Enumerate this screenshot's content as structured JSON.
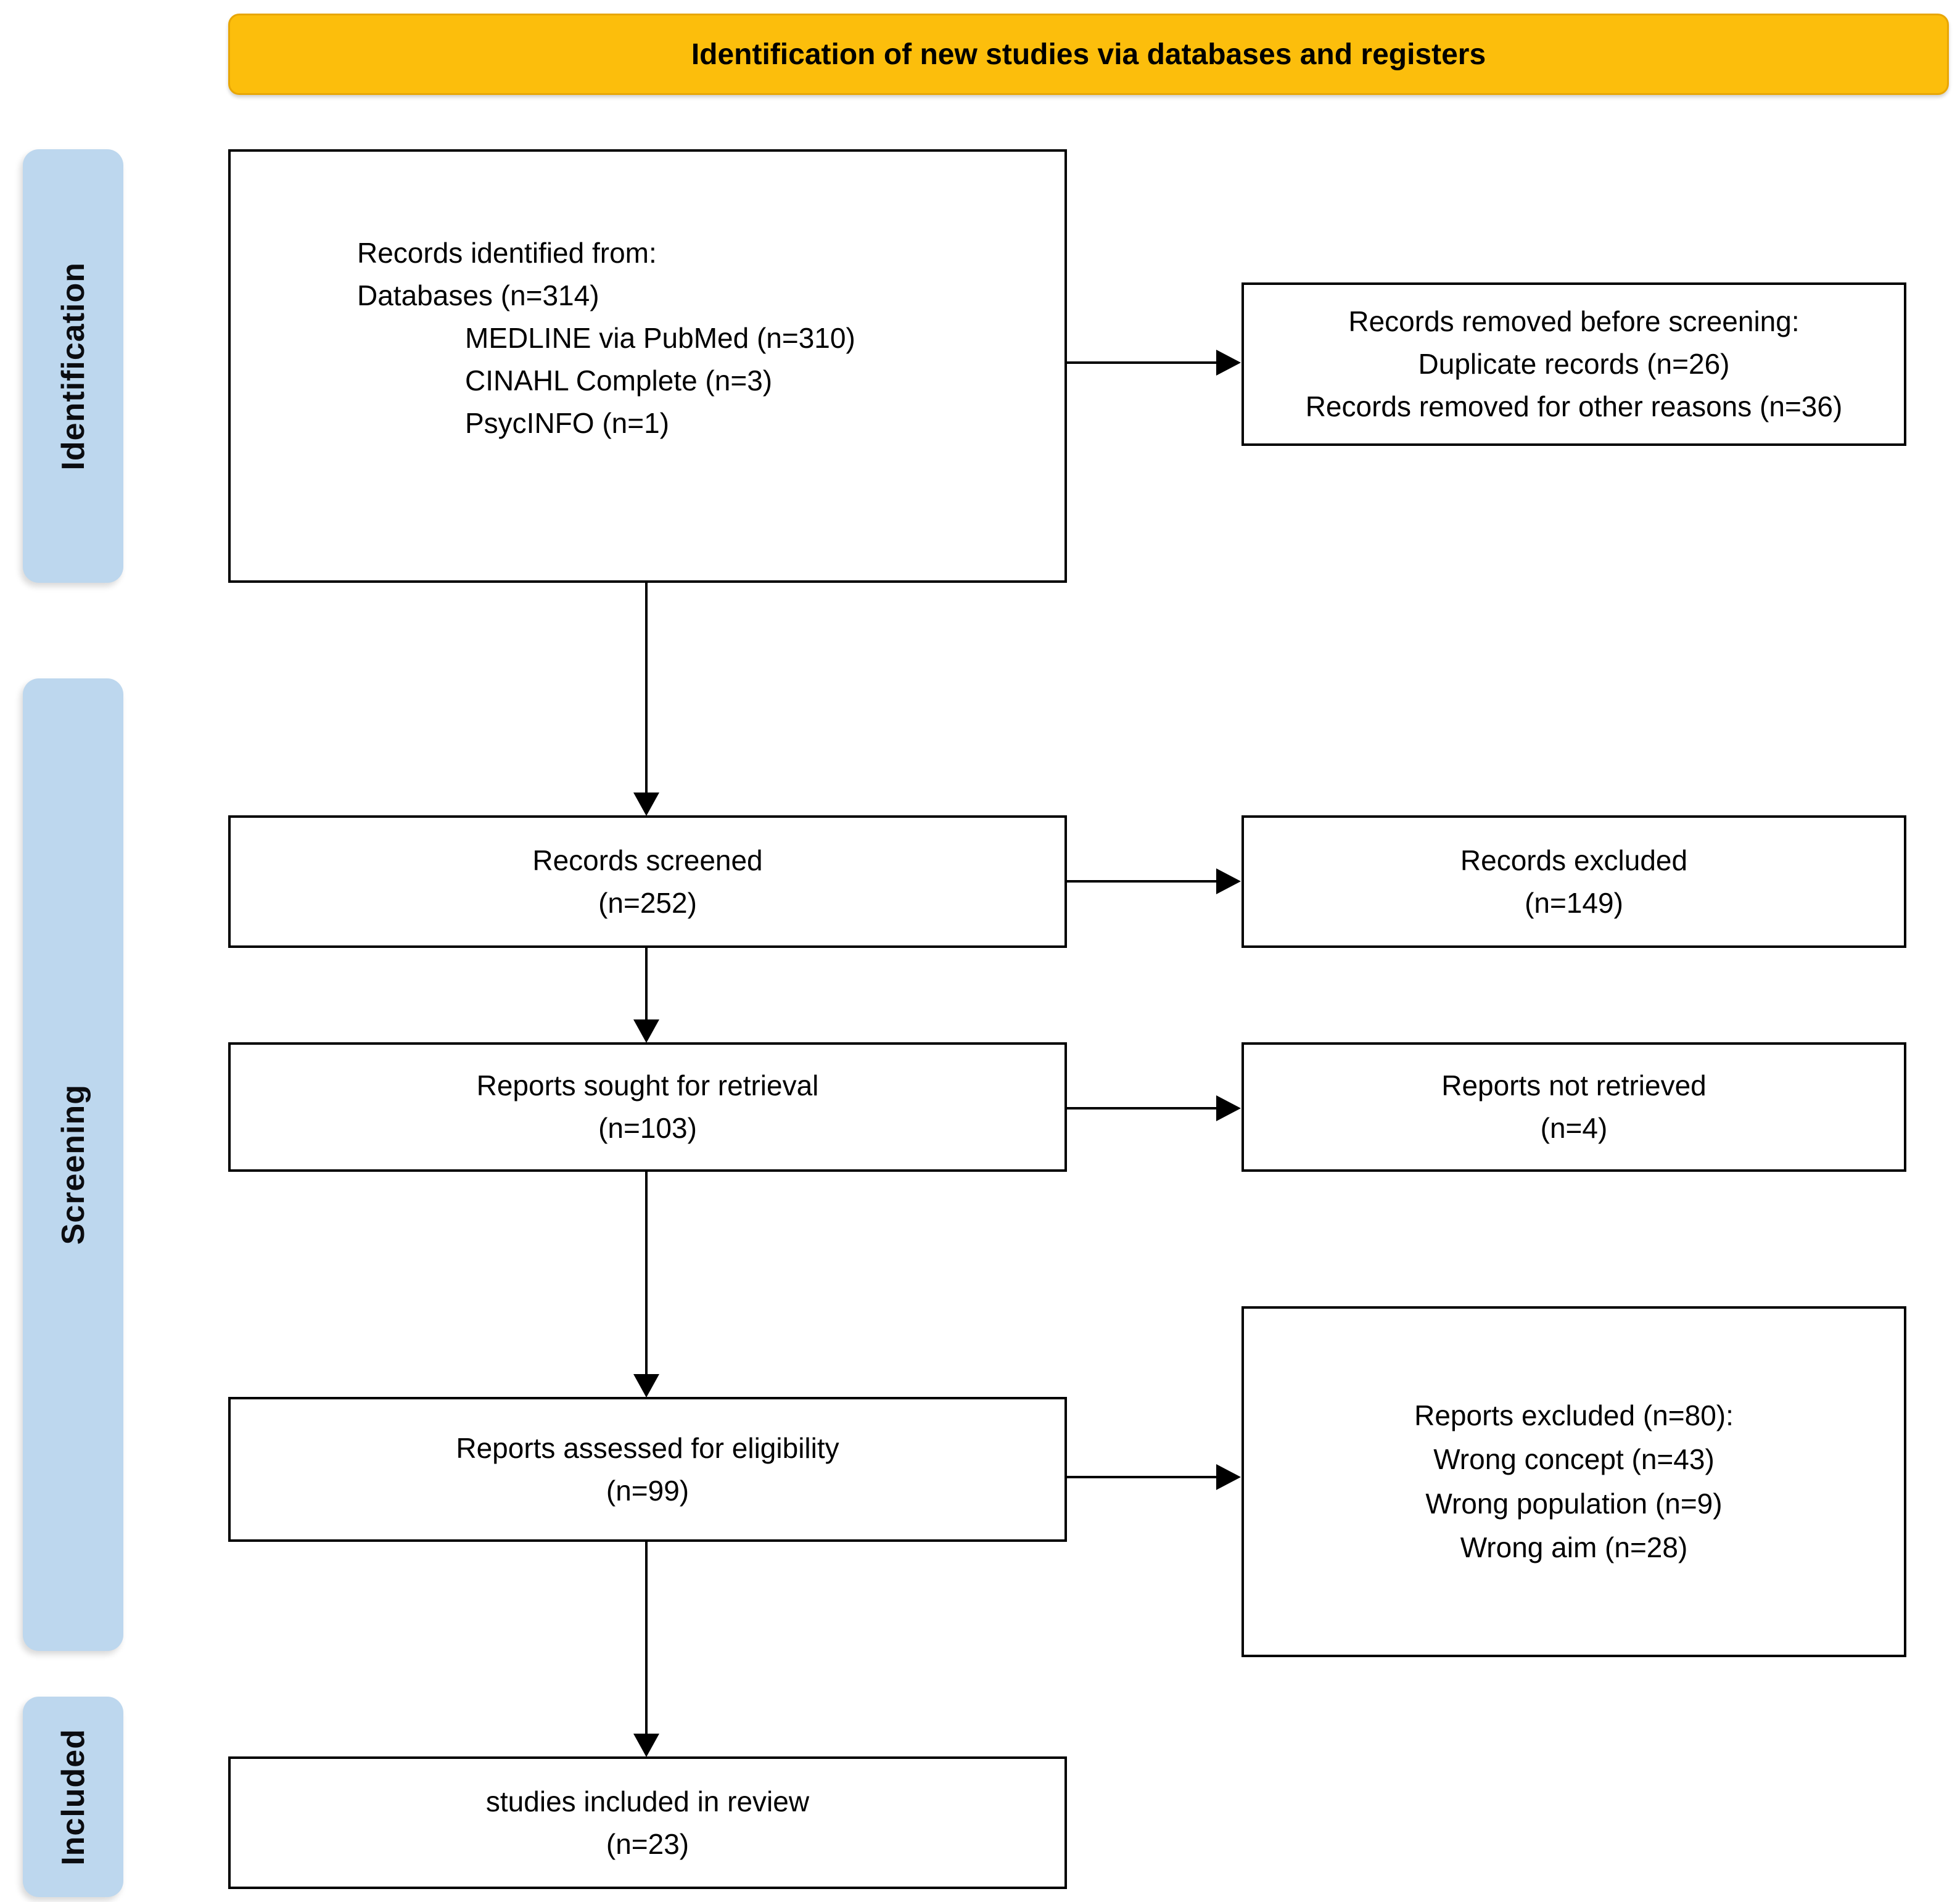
{
  "title": "Identification of new studies via databases and registers",
  "stages": {
    "identification": "Identification",
    "screening": "Screening",
    "included": "Included"
  },
  "boxes": {
    "records_identified": {
      "heading": "Records identified from:",
      "subheading": "Databases (n=314)",
      "sources": [
        "MEDLINE via PubMed (n=310)",
        "CINAHL Complete (n=3)",
        "PsycINFO (n=1)"
      ]
    },
    "records_removed": {
      "heading": "Records removed before screening:",
      "reasons": [
        "Duplicate records (n=26)",
        "Records removed for other reasons (n=36)"
      ]
    },
    "records_screened": {
      "label": "Records screened",
      "count": "(n=252)"
    },
    "records_excluded": {
      "label": "Records excluded",
      "count": "(n=149)"
    },
    "reports_sought": {
      "label": "Reports sought for retrieval",
      "count": "(n=103)"
    },
    "reports_not_retrieved": {
      "label": "Reports not retrieved",
      "count": "(n=4)"
    },
    "reports_assessed": {
      "label": "Reports assessed for eligibility",
      "count": "(n=99)"
    },
    "reports_excluded": {
      "heading": "Reports excluded (n=80):",
      "reasons": [
        "Wrong concept (n=43)",
        "Wrong population (n=9)",
        "Wrong aim (n=28)"
      ]
    },
    "studies_included": {
      "label": "studies included in review",
      "count": "(n=23)"
    }
  },
  "colors": {
    "header_bg": "#FCBE0C",
    "header_border": "#E8A606",
    "stage_bg": "#BDD7EE",
    "stage_text": "#0B0C10",
    "box_border": "#000000",
    "arrow": "#000000",
    "background": "#FFFFFF"
  }
}
